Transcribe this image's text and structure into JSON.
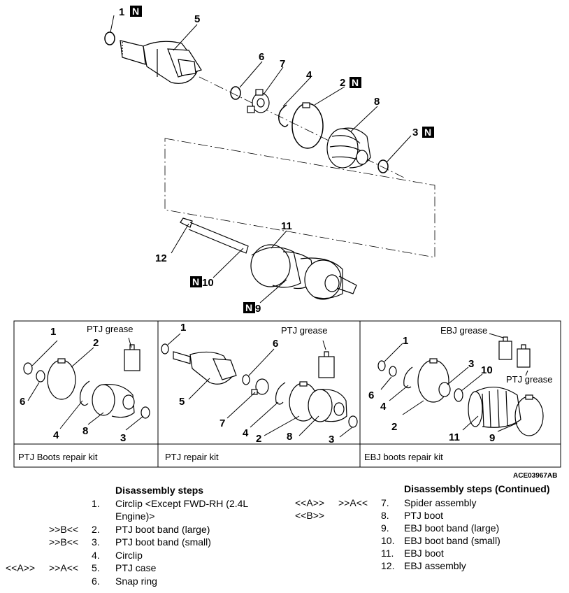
{
  "figure_code": "ACE03967AB",
  "exploded_view": {
    "callouts": [
      {
        "id": "c1",
        "num": "1",
        "new": true
      },
      {
        "id": "c5",
        "num": "5",
        "new": false
      },
      {
        "id": "c6",
        "num": "6",
        "new": false
      },
      {
        "id": "c7",
        "num": "7",
        "new": false
      },
      {
        "id": "c4",
        "num": "4",
        "new": false
      },
      {
        "id": "c2",
        "num": "2",
        "new": true
      },
      {
        "id": "c8",
        "num": "8",
        "new": false
      },
      {
        "id": "c3",
        "num": "3",
        "new": true
      },
      {
        "id": "c11",
        "num": "11",
        "new": false
      },
      {
        "id": "c12",
        "num": "12",
        "new": false
      },
      {
        "id": "c10",
        "num": "10",
        "new": true
      },
      {
        "id": "c9",
        "num": "9",
        "new": true
      }
    ],
    "new_mark": "N"
  },
  "kits": [
    {
      "caption": "PTJ Boots repair kit",
      "grease": "PTJ grease",
      "parts": [
        "1",
        "2",
        "6",
        "4",
        "8",
        "3"
      ]
    },
    {
      "caption": "PTJ repair kit",
      "grease": "PTJ grease",
      "parts": [
        "1",
        "6",
        "5",
        "7",
        "4",
        "2",
        "8",
        "3"
      ]
    },
    {
      "caption": "EBJ boots repair kit",
      "grease": [
        "EBJ grease",
        "PTJ grease"
      ],
      "parts": [
        "1",
        "3",
        "10",
        "6",
        "4",
        "2",
        "11",
        "9"
      ]
    }
  ],
  "steps_left": {
    "title": "Disassembly steps",
    "items": [
      {
        "ref1": "",
        "ref2": "",
        "num": "1.",
        "text": "Circlip <Except FWD-RH (2.4L",
        "text2": "Engine)>"
      },
      {
        "ref1": "",
        "ref2": ">>B<<",
        "num": "2.",
        "text": "PTJ boot band (large)"
      },
      {
        "ref1": "",
        "ref2": ">>B<<",
        "num": "3.",
        "text": "PTJ boot band (small)"
      },
      {
        "ref1": "",
        "ref2": "",
        "num": "4.",
        "text": "Circlip"
      },
      {
        "ref1": "<<A>>",
        "ref2": ">>A<<",
        "num": "5.",
        "text": "PTJ case"
      },
      {
        "ref1": "",
        "ref2": "",
        "num": "6.",
        "text": "Snap ring"
      }
    ]
  },
  "steps_right": {
    "title": "Disassembly steps (Continued)",
    "items": [
      {
        "ref1": "<<A>>",
        "ref2": ">>A<<",
        "num": "7.",
        "text": "Spider assembly"
      },
      {
        "ref1": "<<B>>",
        "ref2": "",
        "num": "8.",
        "text": "PTJ boot"
      },
      {
        "ref1": "",
        "ref2": "",
        "num": "9.",
        "text": "EBJ boot band (large)"
      },
      {
        "ref1": "",
        "ref2": "",
        "num": "10.",
        "text": "EBJ boot band (small)"
      },
      {
        "ref1": "",
        "ref2": "",
        "num": "11.",
        "text": "EBJ boot"
      },
      {
        "ref1": "",
        "ref2": "",
        "num": "12.",
        "text": "EBJ assembly"
      }
    ]
  }
}
